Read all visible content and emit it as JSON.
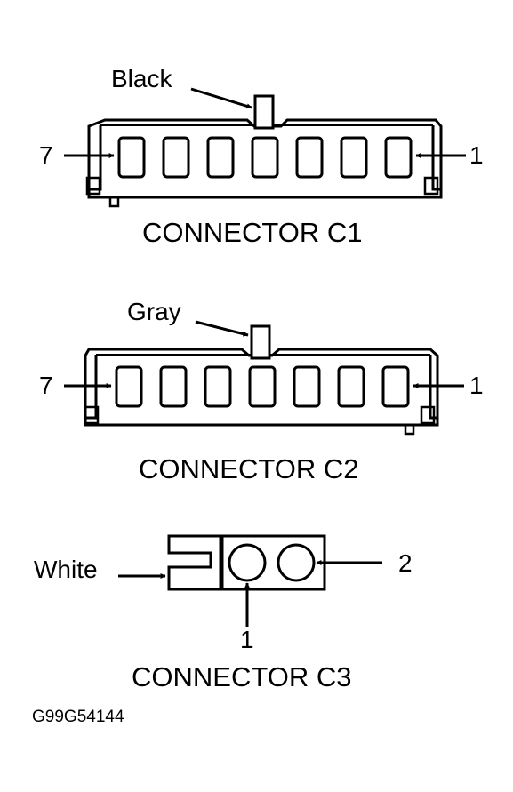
{
  "connectors": {
    "c1": {
      "title": "CONNECTOR C1",
      "color_label": "Black",
      "pin_left": "7",
      "pin_right": "1"
    },
    "c2": {
      "title": "CONNECTOR C2",
      "color_label": "Gray",
      "pin_left": "7",
      "pin_right": "1"
    },
    "c3": {
      "title": "CONNECTOR C3",
      "color_label": "White",
      "pin_bottom": "1",
      "pin_right": "2"
    }
  },
  "figure_code": "G99G54144",
  "colors": {
    "ink": "#000000",
    "background": "#ffffff"
  }
}
